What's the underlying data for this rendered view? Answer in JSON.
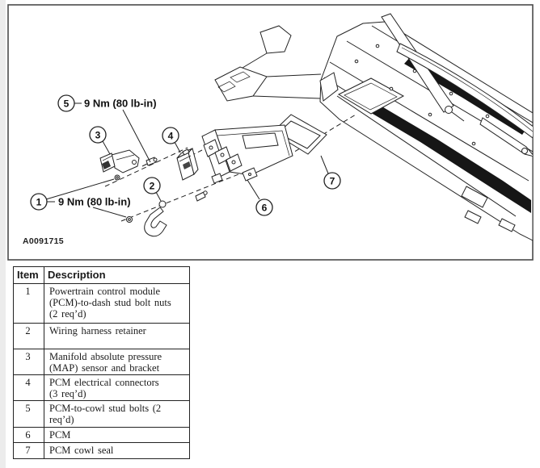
{
  "diagram": {
    "figure_id": "A0091715",
    "callouts": [
      {
        "number": "1",
        "torque": "9 Nm (80 lb-in)"
      },
      {
        "number": "2"
      },
      {
        "number": "3"
      },
      {
        "number": "4"
      },
      {
        "number": "5",
        "torque": "9 Nm (80 lb-in)"
      },
      {
        "number": "6"
      },
      {
        "number": "7"
      }
    ]
  },
  "table": {
    "header": {
      "item": "Item",
      "description": "Description"
    },
    "rows": [
      {
        "item": "1",
        "desc": "Powertrain control module\n(PCM)-to-dash stud bolt nuts\n(2 req’d)"
      },
      {
        "item": "2",
        "desc": "Wiring harness retainer"
      },
      {
        "item": "3",
        "desc": "Manifold absolute pressure\n(MAP) sensor and bracket"
      },
      {
        "item": "4",
        "desc": "PCM electrical connectors\n(3 req’d)"
      },
      {
        "item": "5",
        "desc": "PCM-to-cowl stud bolts (2\nreq’d)"
      },
      {
        "item": "6",
        "desc": "PCM"
      },
      {
        "item": "7",
        "desc": "PCM cowl seal"
      }
    ]
  },
  "colors": {
    "ink": "#1a1a1a",
    "page_margin": "#ececec",
    "hatch_black": "#161616"
  }
}
